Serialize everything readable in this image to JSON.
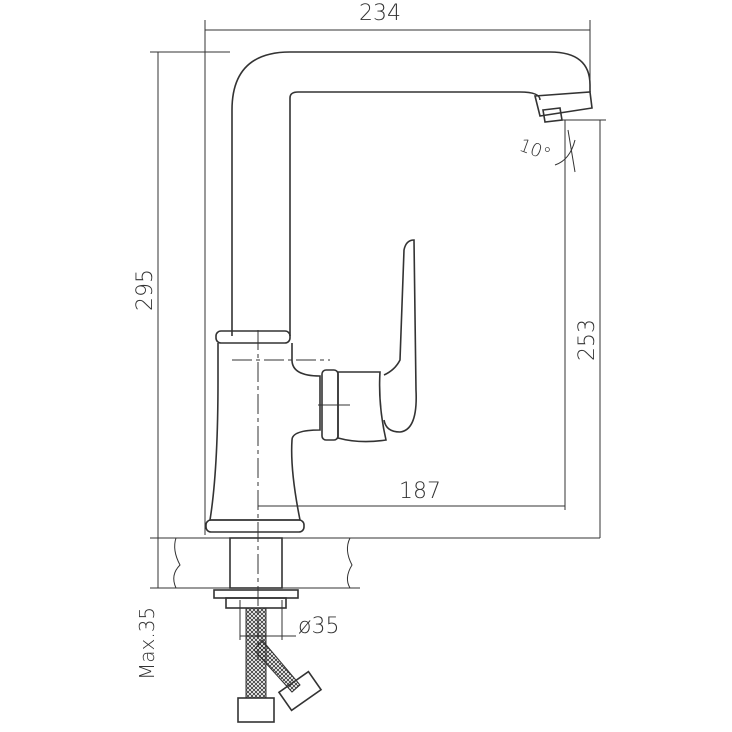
{
  "dimensions": {
    "overall_width": "234",
    "overall_height": "295",
    "spout_height": "253",
    "spout_reach": "187",
    "spout_angle": "10°",
    "hole_diameter": "ø35",
    "max_deck_thickness": "Max.35"
  },
  "colors": {
    "line": "#333333",
    "background": "#ffffff"
  }
}
